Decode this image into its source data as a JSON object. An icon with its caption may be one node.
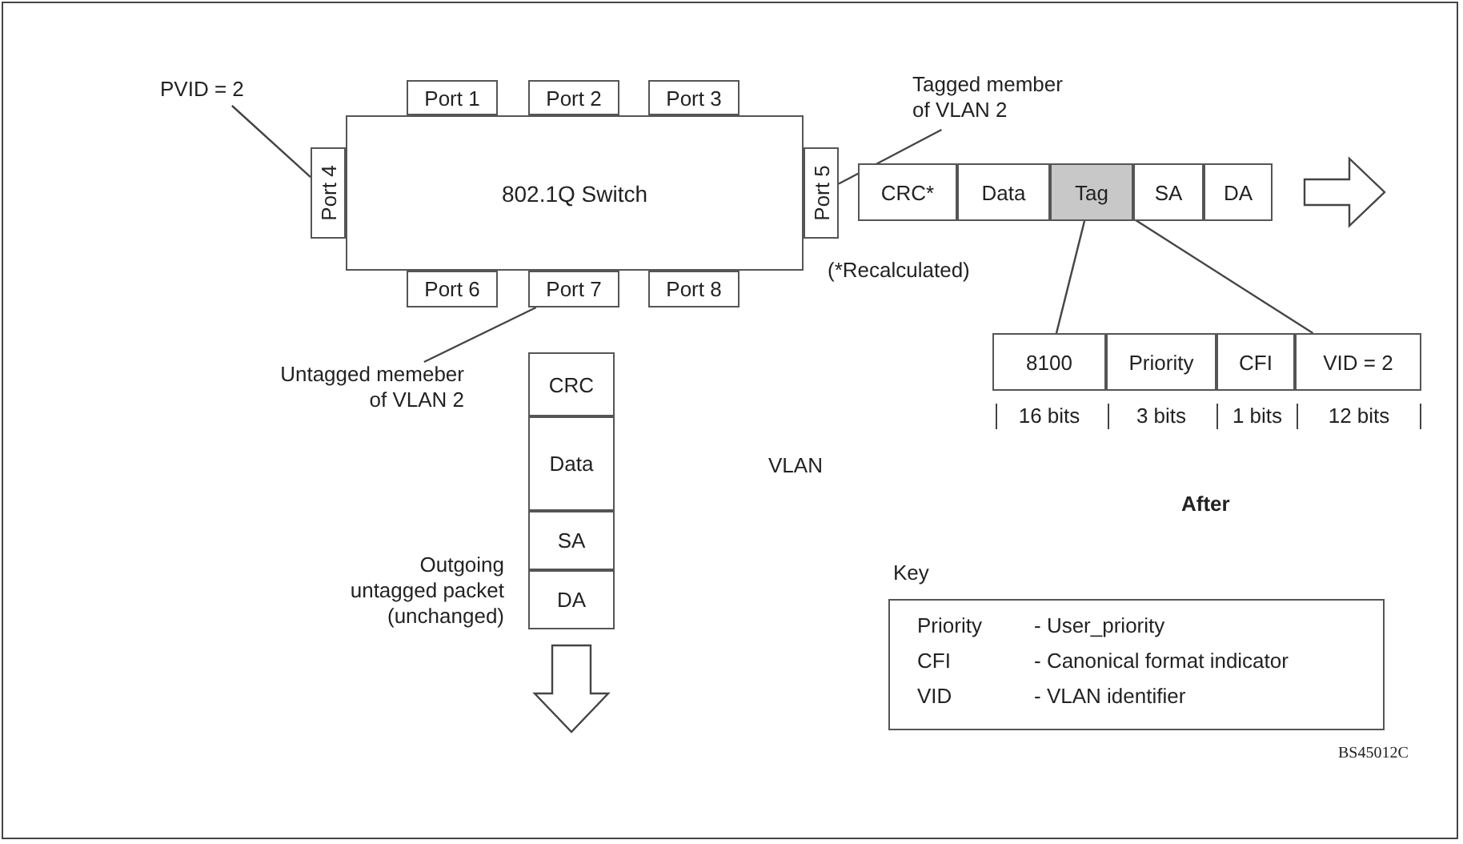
{
  "diagram": {
    "nodes": [
      {
        "text": [
          "802.1Q Switch"
        ]
      },
      {
        "text": [
          "Port 1"
        ]
      },
      {
        "text": [
          "Port 2"
        ]
      },
      {
        "text": [
          "Port 3"
        ]
      },
      {
        "text": [
          "Port 4"
        ]
      },
      {
        "text": [
          "Port 5"
        ]
      },
      {
        "text": [
          "Port 6"
        ]
      },
      {
        "text": [
          "Port 7"
        ]
      },
      {
        "text": [
          "Port 8"
        ]
      },
      {
        "text": [
          "PVID = 2"
        ]
      },
      {
        "text": [
          "Tagged member of VLAN 2"
        ]
      },
      {
        "text": [
          "Untagged memeber of VLAN 2"
        ]
      },
      {
        "text": [],
        "shape": "box"
      },
      {
        "text": [
          "CRC*"
        ],
        "in": 12
      },
      {
        "text": [
          "Data"
        ],
        "in": 12
      },
      {
        "text": [
          "Tag"
        ],
        "in": 12
      },
      {
        "text": [
          "SA"
        ],
        "in": 12
      },
      {
        "text": [
          "DA"
        ],
        "in": 12
      },
      {
        "text": [],
        "shape": "box"
      },
      {
        "text": [
          "8100"
        ],
        "in": 18
      },
      {
        "text": [
          "Priority"
        ],
        "in": 18
      },
      {
        "text": [
          "CFI"
        ],
        "in": 18
      },
      {
        "text": [
          "VID = 2"
        ],
        "in": 18
      },
      {
        "text": [],
        "shape": "box",
        "beside": [
          "Outgoing untagged packet (unchanged)"
        ]
      },
      {
        "text": [
          "CRC"
        ],
        "in": 23
      },
      {
        "text": [
          "Data"
        ],
        "in": 23
      },
      {
        "text": [
          "SA"
        ],
        "in": 23
      },
      {
        "text": [
          "DA"
        ],
        "in": 23
      },
      {
        "text": [
          "Key",
          "Priority",
          "- User_priority",
          "CFI",
          "- Canonical format indicator",
          "VID",
          "- VLAN identifier"
        ]
      }
    ],
    "edges": [
      {
        "from": 9,
        "to": 4,
        "arrow": "none"
      },
      {
        "from": 10,
        "to": 5,
        "arrow": "none"
      },
      {
        "from": 11,
        "to": 7,
        "arrow": "none"
      },
      {
        "from": 15,
        "to": 19,
        "arrow": "none"
      },
      {
        "from": 15,
        "to": 22,
        "arrow": "none"
      },
      {
        "from": 12,
        "to": null,
        "arrow": "to"
      },
      {
        "from": 23,
        "to": null,
        "arrow": "to"
      }
    ],
    "labels": [
      "(*Recalculated)",
      "16 bits",
      "3 bits",
      "1 bits",
      "12 bits",
      "VLAN",
      "After",
      "BS45012C"
    ]
  }
}
